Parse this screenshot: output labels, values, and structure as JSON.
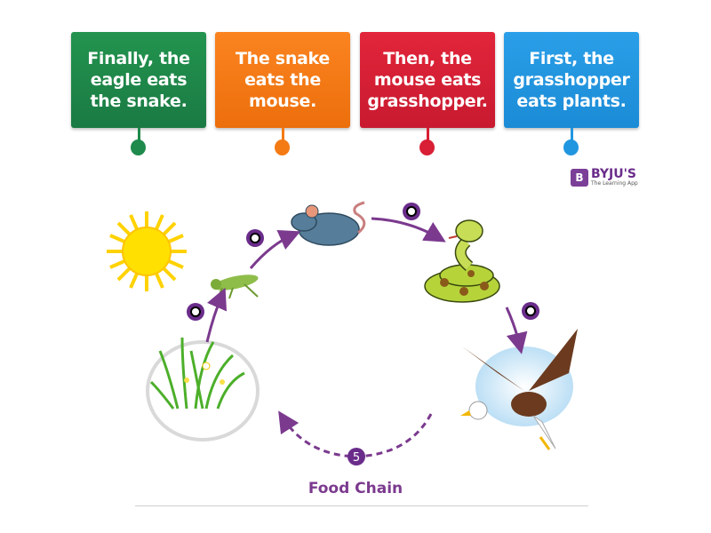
{
  "cards": [
    {
      "text": "Finally, the eagle eats the snake.",
      "color": "#1e8a4c"
    },
    {
      "text": "The snake eats the mouse.",
      "color": "#f47a14"
    },
    {
      "text": "Then, the mouse eats grasshopper.",
      "color": "#d81f35"
    },
    {
      "text": "First, the grasshopper eats plants.",
      "color": "#2196e0"
    }
  ],
  "logo": {
    "brand": "BYJU'S",
    "tagline": "The Learning App",
    "mark": "B"
  },
  "diagram": {
    "organisms": [
      "sun",
      "grass",
      "grasshopper",
      "mouse",
      "snake",
      "eagle"
    ],
    "step_marker": "5",
    "accent": "#7b3a8e"
  },
  "caption": "Food Chain"
}
